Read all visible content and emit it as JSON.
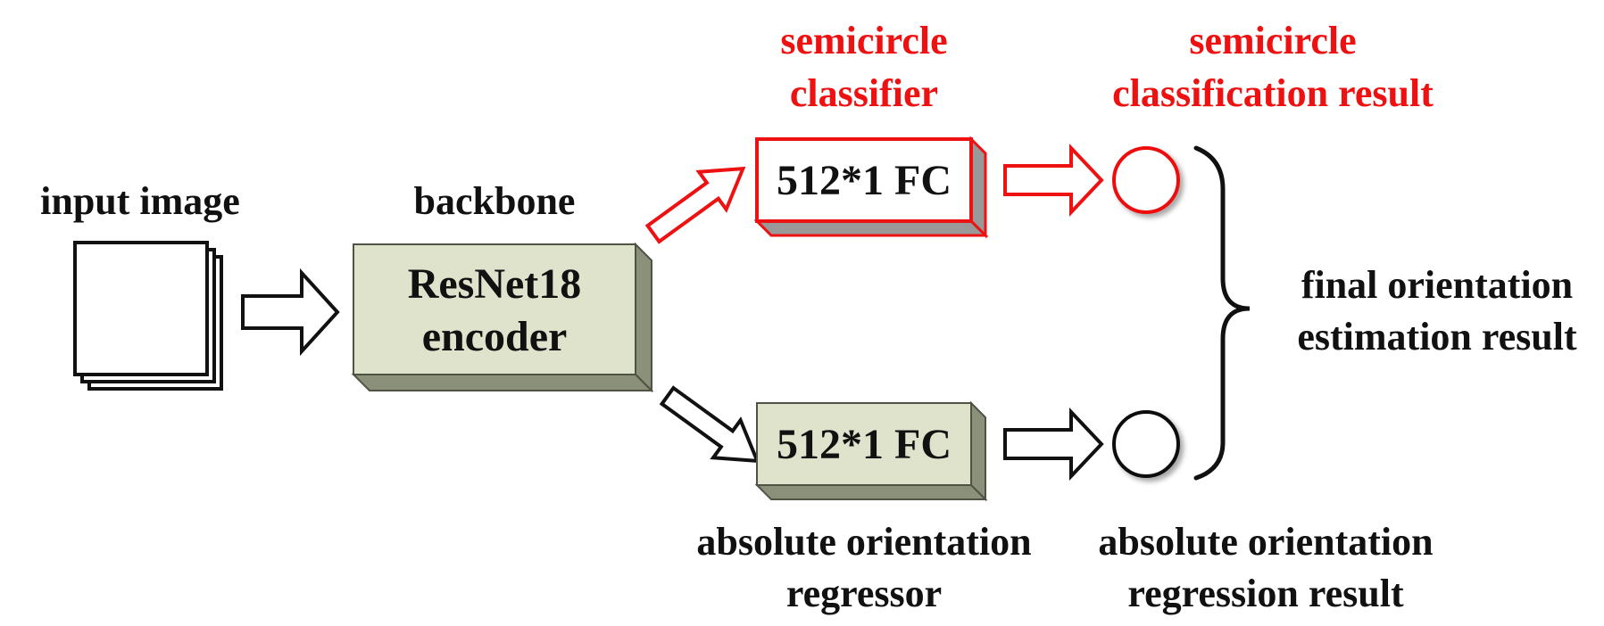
{
  "labels": {
    "input_image": "input image",
    "backbone": "backbone",
    "semicircle_classifier": [
      "semicircle",
      "classifier"
    ],
    "semicircle_result": [
      "semicircle",
      "classification result"
    ],
    "final_result": [
      "final orientation",
      "estimation result"
    ],
    "abs_regressor": [
      "absolute orientation",
      "regressor"
    ],
    "abs_result": [
      "absolute orientation",
      "regression result"
    ]
  },
  "blocks": {
    "encoder": [
      "ResNet18",
      "encoder"
    ],
    "fc_top": "512*1 FC",
    "fc_bottom": "512*1 FC"
  },
  "colors": {
    "highlight": "#ee1111",
    "block_fill": "#dfe3cc",
    "block_side": "#8a9079",
    "text": "#111111"
  }
}
